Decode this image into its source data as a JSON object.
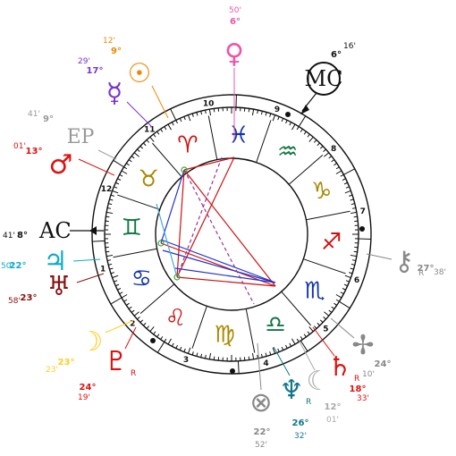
{
  "axes": {
    "ac": {
      "label": "AC",
      "deg": "8°",
      "min": "41'"
    },
    "mc": {
      "label": "MC",
      "deg": "6°",
      "min": "16'"
    }
  },
  "house_numbers": [
    "1",
    "2",
    "3",
    "4",
    "5",
    "6",
    "7",
    "8",
    "9",
    "10",
    "11",
    "12"
  ],
  "signs": [
    {
      "name": "aries-icon",
      "glyph": "♈",
      "color": "#cc1111"
    },
    {
      "name": "taurus-icon",
      "glyph": "♉",
      "color": "#aa8800"
    },
    {
      "name": "gemini-icon",
      "glyph": "♊",
      "color": "#117744"
    },
    {
      "name": "cancer-icon",
      "glyph": "♋",
      "color": "#1133aa"
    },
    {
      "name": "leo-icon",
      "glyph": "♌",
      "color": "#cc1111"
    },
    {
      "name": "virgo-icon",
      "glyph": "♍",
      "color": "#aa8800"
    },
    {
      "name": "libra-icon",
      "glyph": "♎",
      "color": "#117744"
    },
    {
      "name": "scorpio-icon",
      "glyph": "♏",
      "color": "#1133aa"
    },
    {
      "name": "sagittarius-icon",
      "glyph": "♐",
      "color": "#cc1111"
    },
    {
      "name": "capricorn-icon",
      "glyph": "♑",
      "color": "#aa8800"
    },
    {
      "name": "aquarius-icon",
      "glyph": "♒",
      "color": "#117744"
    },
    {
      "name": "pisces-icon",
      "glyph": "♓",
      "color": "#1133aa"
    }
  ],
  "planets": [
    {
      "name": "venus-icon",
      "glyph": "♀",
      "color": "#ee55aa",
      "deg": "6°",
      "min": "50'",
      "retro": ""
    },
    {
      "name": "sun-icon",
      "glyph": "☉",
      "color": "#ee8800",
      "deg": "9°",
      "min": "12'",
      "retro": ""
    },
    {
      "name": "mercury-icon",
      "glyph": "☿",
      "color": "#7733cc",
      "deg": "17°",
      "min": "29'",
      "retro": ""
    },
    {
      "name": "part-of-fortune-icon",
      "glyph": "EP",
      "color": "#999999",
      "deg": "9°",
      "min": "41'",
      "retro": ""
    },
    {
      "name": "mars-icon",
      "glyph": "♂",
      "color": "#dd1111",
      "deg": "13°",
      "min": "01'",
      "retro": ""
    },
    {
      "name": "jupiter-icon",
      "glyph": "♃",
      "color": "#11aacc",
      "deg": "22°",
      "min": "50'",
      "retro": ""
    },
    {
      "name": "uranus-icon",
      "glyph": "♅",
      "color": "#881111",
      "deg": "23°",
      "min": "58'",
      "retro": ""
    },
    {
      "name": "moon-icon",
      "glyph": "☽",
      "color": "#ffcc22",
      "deg": "23°",
      "min": "23'",
      "retro": ""
    },
    {
      "name": "pluto-icon",
      "glyph": "♇",
      "color": "#dd1111",
      "deg": "24°",
      "min": "19'",
      "retro": "R"
    },
    {
      "name": "pars-icon",
      "glyph": "⊗",
      "color": "#888888",
      "deg": "22°",
      "min": "52'",
      "retro": ""
    },
    {
      "name": "neptune-icon",
      "glyph": "♆",
      "color": "#117788",
      "deg": "26°",
      "min": "32'",
      "retro": "R"
    },
    {
      "name": "lilith-icon",
      "glyph": "☾",
      "color": "#aaaaaa",
      "deg": "12°",
      "min": "01'",
      "retro": ""
    },
    {
      "name": "saturn-icon",
      "glyph": "♄",
      "color": "#dd1111",
      "deg": "18°",
      "min": "33'",
      "retro": "R"
    },
    {
      "name": "vertex-icon",
      "glyph": "✢",
      "color": "#888888",
      "deg": "24°",
      "min": "10'",
      "retro": ""
    },
    {
      "name": "chiron-icon",
      "glyph": "⚷",
      "color": "#888888",
      "deg": "27°",
      "min": "38'",
      "retro": "R"
    }
  ]
}
